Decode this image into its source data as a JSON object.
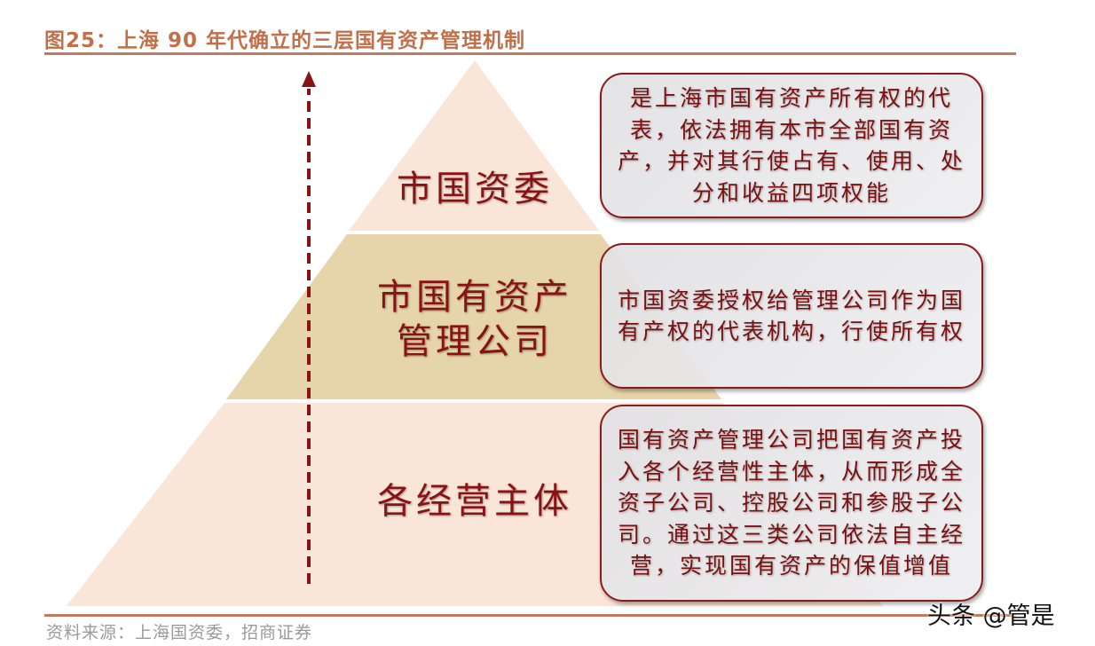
{
  "title": "图25：上海 90 年代确立的三层国有资产管理机制",
  "colors": {
    "title": "#c0704a",
    "rule": "#c07a5c",
    "layer_top": "#f9e6d8",
    "layer_middle": "#e6d5aa",
    "layer_bottom": "#f9e6d8",
    "text_dark_red": "#8b1212",
    "arrow": "#8b1212"
  },
  "pyramid": {
    "layers": [
      {
        "label": "市国资委",
        "description": "是上海市国有资产所有权的代表，依法拥有本市全部国有资产，并对其行使占有、使用、处分和收益四项权能"
      },
      {
        "label_line1": "市国有资产",
        "label_line2": "管理公司",
        "description": "市国资委授权给管理公司作为国有产权的代表机构，行使所有权"
      },
      {
        "label": "各经营主体",
        "description": "国有资产管理公司把国有资产投入各个经营性主体，从而形成全资子公司、控股公司和参股子公司。通过这三类公司依法自主经营，实现国有资产的保值增值"
      }
    ],
    "arrow_direction": "up"
  },
  "source": "资料来源：上海国资委，招商证券",
  "watermark": "头条 @管是"
}
